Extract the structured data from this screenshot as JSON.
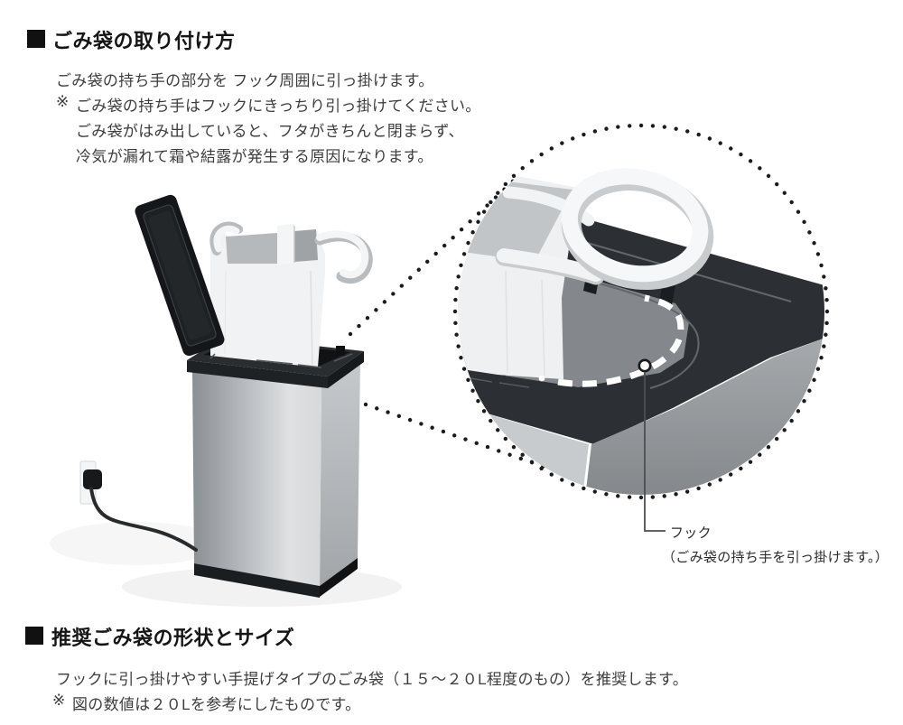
{
  "document": {
    "section1": {
      "bullet": "■",
      "heading": "ごみ袋の取り付け方",
      "intro": "ごみ袋の持ち手の部分を フック周囲に引っ掛けます。",
      "note_marker": "※",
      "note_lines": [
        "ごみ袋の持ち手はフックにきっちり引っ掛けてください。",
        "ごみ袋がはみ出していると、フタがきちんと閉まらず、",
        "冷気が漏れて霜や結露が発生する原因になります。"
      ]
    },
    "figure": {
      "hook_label": "フック",
      "hook_caption": "（ごみ袋の持ち手を引っ掛けます。）"
    },
    "section2": {
      "bullet": "■",
      "heading": "推奨ごみ袋の形状とサイズ",
      "intro": "フックに引っ掛けやすい手提げタイプのごみ袋（１５～２０L程度のもの）を推奨します。",
      "note_marker": "※",
      "note_lines": [
        "図の数値は２０Lを参考にしたものです。"
      ]
    }
  },
  "colors": {
    "heading_text": "#151515",
    "body_text": "#3d3d3d",
    "bullet": "#111111",
    "dots": "#1b1b1b",
    "lid_black": "#141619",
    "rim_dark": "#2a2d30",
    "metal_light": "#dcdee0",
    "metal_dark": "#8a8f94",
    "bag_white": "#f1f2f4",
    "leader_line": "#4c4f52"
  }
}
